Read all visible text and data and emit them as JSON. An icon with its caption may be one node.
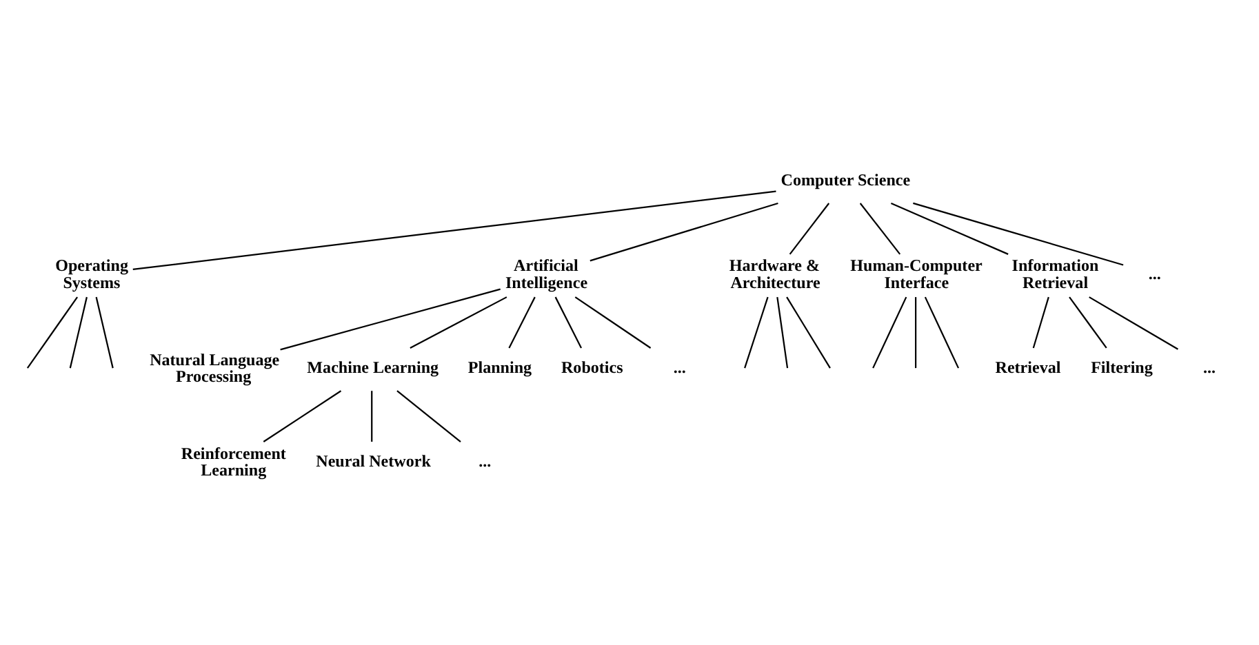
{
  "diagram": {
    "nodes": [
      {
        "text": [
          "Computer Science"
        ]
      },
      {
        "text": [
          "Operating Systems"
        ]
      },
      {
        "text": [
          "Artificial Intelligence"
        ]
      },
      {
        "text": [
          "Hardware & Architecture"
        ]
      },
      {
        "text": [
          "Human-Computer Interface"
        ]
      },
      {
        "text": [
          "Information Retrieval"
        ]
      },
      {
        "text": [
          "..."
        ]
      },
      {
        "text": [
          "Natural Language Processing"
        ]
      },
      {
        "text": [
          "Machine Learning"
        ]
      },
      {
        "text": [
          "Planning"
        ]
      },
      {
        "text": [
          "Robotics"
        ]
      },
      {
        "text": [
          "..."
        ]
      },
      {
        "text": [
          "Retrieval"
        ]
      },
      {
        "text": [
          "Filtering"
        ]
      },
      {
        "text": [
          "..."
        ]
      },
      {
        "text": [
          "Reinforcement Learning"
        ]
      },
      {
        "text": [
          "Neural Network"
        ]
      },
      {
        "text": [
          "..."
        ]
      }
    ],
    "edges": [
      {
        "from": 0,
        "to": 1,
        "arrow": "none"
      },
      {
        "from": 0,
        "to": 2,
        "arrow": "none"
      },
      {
        "from": 0,
        "to": 3,
        "arrow": "none"
      },
      {
        "from": 0,
        "to": 4,
        "arrow": "none"
      },
      {
        "from": 0,
        "to": 5,
        "arrow": "none"
      },
      {
        "from": 0,
        "to": 6,
        "arrow": "none"
      },
      {
        "from": 1,
        "to": null,
        "arrow": "none"
      },
      {
        "from": 1,
        "to": null,
        "arrow": "none"
      },
      {
        "from": 1,
        "to": null,
        "arrow": "none"
      },
      {
        "from": 2,
        "to": 7,
        "arrow": "none"
      },
      {
        "from": 2,
        "to": 8,
        "arrow": "none"
      },
      {
        "from": 2,
        "to": 9,
        "arrow": "none"
      },
      {
        "from": 2,
        "to": 10,
        "arrow": "none"
      },
      {
        "from": 2,
        "to": 11,
        "arrow": "none"
      },
      {
        "from": 3,
        "to": null,
        "arrow": "none"
      },
      {
        "from": 3,
        "to": null,
        "arrow": "none"
      },
      {
        "from": 3,
        "to": null,
        "arrow": "none"
      },
      {
        "from": 4,
        "to": null,
        "arrow": "none"
      },
      {
        "from": 4,
        "to": null,
        "arrow": "none"
      },
      {
        "from": 4,
        "to": null,
        "arrow": "none"
      },
      {
        "from": 5,
        "to": 12,
        "arrow": "none"
      },
      {
        "from": 5,
        "to": 13,
        "arrow": "none"
      },
      {
        "from": 5,
        "to": 14,
        "arrow": "none"
      },
      {
        "from": 8,
        "to": 15,
        "arrow": "none"
      },
      {
        "from": 8,
        "to": 16,
        "arrow": "none"
      },
      {
        "from": 8,
        "to": 17,
        "arrow": "none"
      }
    ]
  }
}
